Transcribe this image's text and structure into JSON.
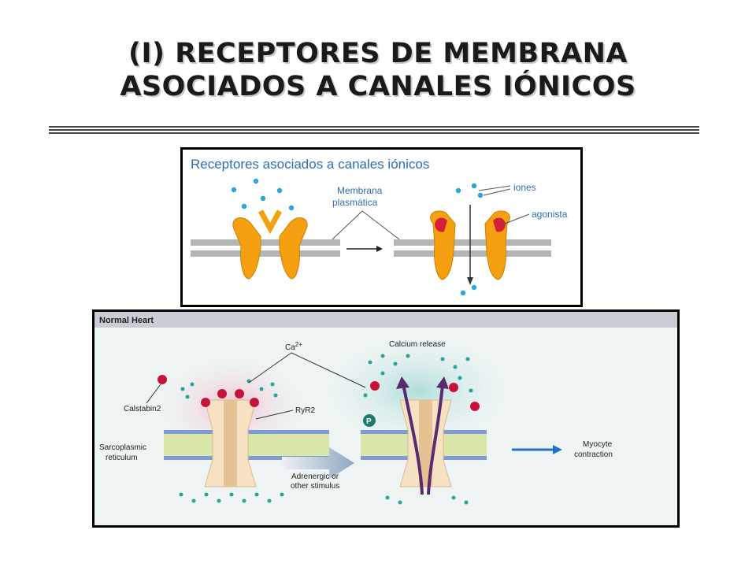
{
  "slide": {
    "title_line1": "(I) RECEPTORES DE MEMBRANA",
    "title_line2": "ASOCIADOS A CANALES IÓNICOS"
  },
  "figure_top": {
    "heading": "Receptores asociados a canales iónicos",
    "membrane_label_1": "Membrana",
    "membrane_label_2": "plasmática",
    "ions_label": "iones",
    "agonist_label": "agonista",
    "colors": {
      "receptor": "#f5a011",
      "agonist": "#d6203a",
      "ions": "#2ba6dc",
      "membrane": "#b5b5b5",
      "text": "#2e6fb0"
    }
  },
  "figure_bottom": {
    "header": "Normal Heart",
    "ca_label": "Ca",
    "ca_sup": "2+",
    "calcium_release": "Calcium release",
    "calstabin": "Calstabin2",
    "ryr2": "RyR2",
    "phospho": "P",
    "sr_label_1": "Sarcoplasmic",
    "sr_label_2": "reticulum",
    "stimulus_1": "Adrenergic or",
    "stimulus_2": "other stimulus",
    "result_1": "Myocyte",
    "result_2": "contraction",
    "colors": {
      "channel": "#f6e2c2",
      "calcium": "#2aa39a",
      "calstabin": "#c4143a",
      "arrow": "#1f73c4",
      "pathway": "#5a2a6e"
    }
  }
}
